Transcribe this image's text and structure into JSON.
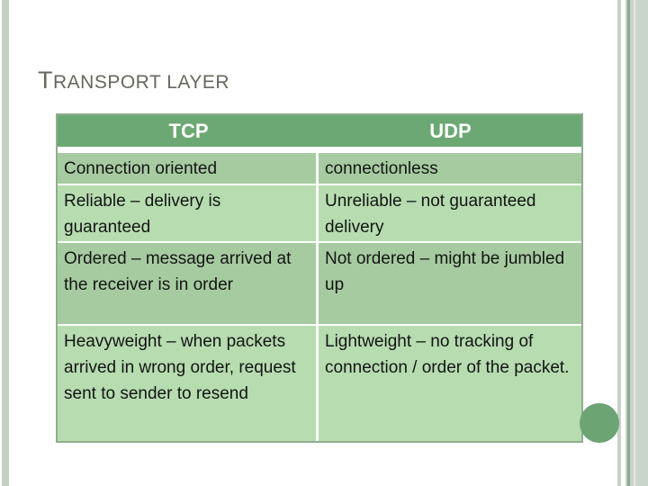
{
  "slide": {
    "title": "TRANSPORT LAYER"
  },
  "table": {
    "headers": [
      {
        "label": "TCP"
      },
      {
        "label": "UDP"
      }
    ],
    "rows": [
      {
        "tcp": "Connection oriented",
        "udp": "connectionless"
      },
      {
        "tcp": "Reliable – delivery is guaranteed",
        "udp": "Unreliable – not guaranteed delivery"
      },
      {
        "tcp": "Ordered – message arrived at the receiver is in order",
        "udp": "Not ordered – might be jumbled up"
      },
      {
        "tcp": "Heavyweight – when packets arrived in wrong order, request sent to sender to resend",
        "udp": "Lightweight – no tracking of connection / order of the packet."
      }
    ]
  },
  "colors": {
    "header_green": "#6ca873",
    "row_band_dark": "#a6cba0",
    "row_band_light": "#b6dcb0",
    "table_border": "#90ad8d",
    "title_text": "#67675c",
    "body_text": "#141414",
    "edge_stripe": "#c6d3c6",
    "edge_stripe_dark_line": "#8ba88d",
    "circle": "#6da474",
    "background": "#ffffff"
  }
}
